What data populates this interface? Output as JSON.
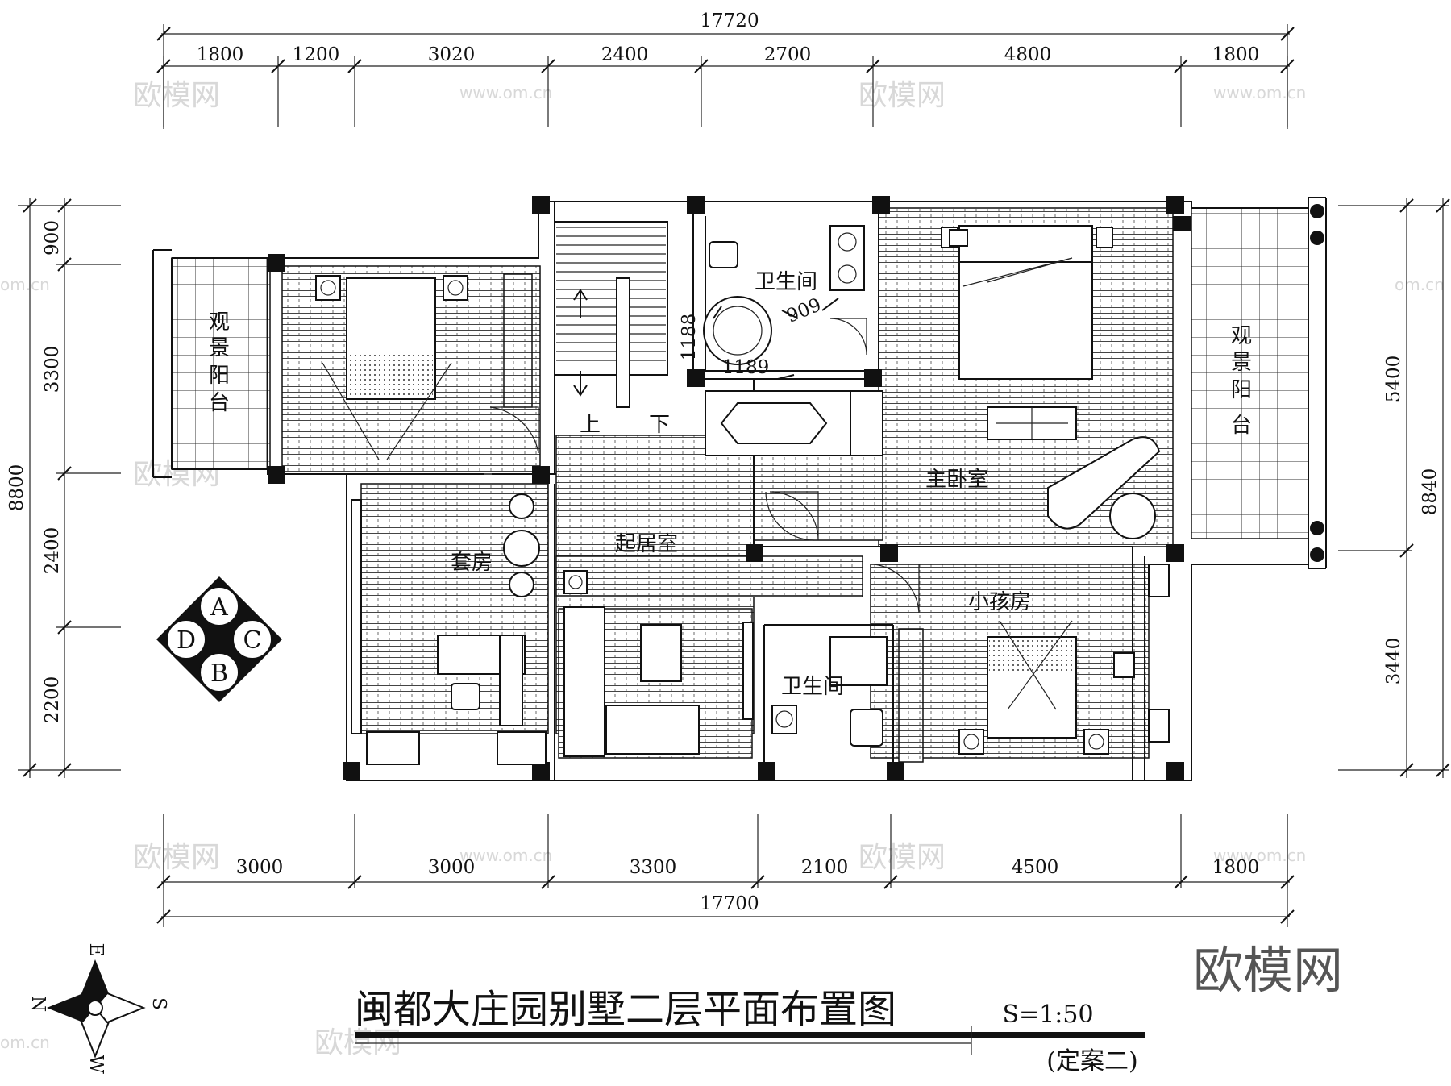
{
  "plan": {
    "title": "闽都大庄园别墅二层平面布置图",
    "scale": "S=1:50",
    "scheme": "(定案二)",
    "brand": "欧模网",
    "watermark_text": "欧模网",
    "watermark_url": "www.om.cn",
    "watermark_domain": "om.cn"
  },
  "dims": {
    "top_total": "17720",
    "top_segments": [
      "1800",
      "1200",
      "3020",
      "2400",
      "2700",
      "4800",
      "1800"
    ],
    "bottom_total": "17700",
    "bottom_segments": [
      "3000",
      "3000",
      "3300",
      "2100",
      "4500",
      "1800"
    ],
    "left_total": "8800",
    "left_segments": [
      "900",
      "3300",
      "2400",
      "2200"
    ],
    "right_total": "8840",
    "right_segments": [
      "5400",
      "3440"
    ],
    "bath_a": "909",
    "bath_b": "1188",
    "bath_c": "1189"
  },
  "rooms": {
    "balcony_left": [
      "观",
      "景",
      "阳",
      "台"
    ],
    "balcony_right": [
      "观",
      "景",
      "阳",
      "台"
    ],
    "bath_top": "卫生间",
    "bath_bottom": "卫生间",
    "master": "主卧室",
    "living": "起居室",
    "suite": "套房",
    "kids": "小孩房",
    "stair_up": "上",
    "stair_down": "下"
  },
  "compass": {
    "north": "N",
    "south": "S",
    "east": "E",
    "west": "W"
  },
  "orientation_key": {
    "a": "A",
    "b": "B",
    "c": "C",
    "d": "D"
  }
}
